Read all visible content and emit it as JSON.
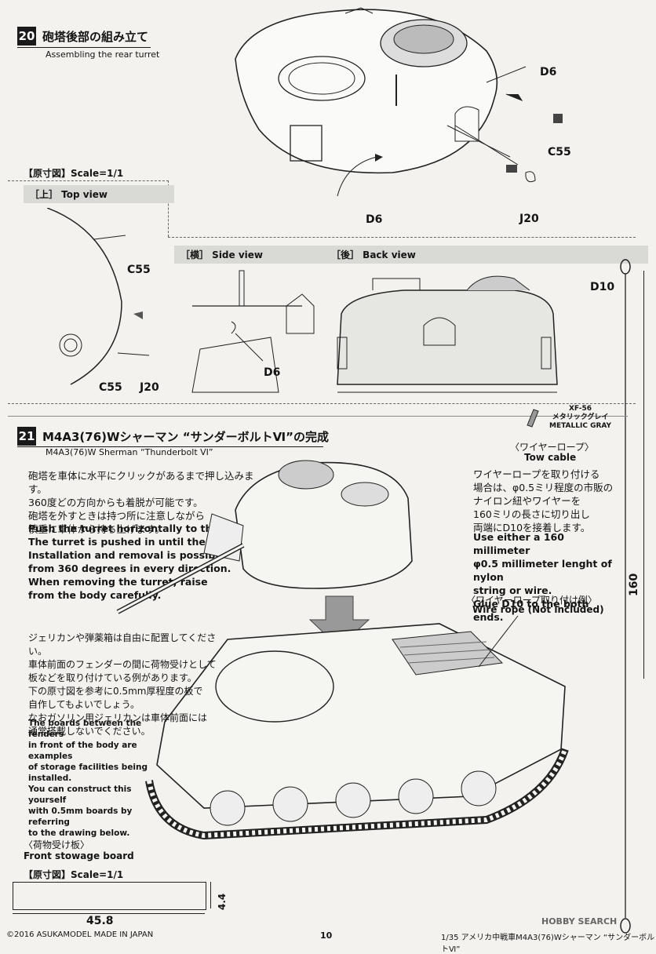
{
  "step20": {
    "number": "20",
    "title_jp": "砲塔後部の組み立て",
    "title_en": "Assembling the rear turret",
    "parts": {
      "d6_top": "D6",
      "c55_main": "C55",
      "j20_main": "J20",
      "d6_bottom": "D6"
    }
  },
  "scale_box1": {
    "label": "【原寸図】Scale=1/1",
    "top_view_label": "［上］ Top view",
    "side_view_label": "［横］ Side view",
    "back_view_label": "［後］ Back view",
    "top_c55_a": "C55",
    "top_c55_b": "C55",
    "top_j20": "J20",
    "side_d6": "D6"
  },
  "step21": {
    "number": "21",
    "title_jp": "M4A3(76)Wシャーマン “サンダーボルトⅥ”の完成",
    "title_en": "M4A3(76)W Sherman “Thunderbolt VI”",
    "turret_jp": [
      "砲塔を車体に水平にクリックがあるまで押し込みます。",
      "360度どの方向からも着脱が可能です。",
      "砲塔を外すときは持つ所に注意しながら",
      "慎重に車体から持ち上げます。"
    ],
    "turret_en": [
      "Push the turret horizontally to the body.",
      "The turret is pushed in until there is click.",
      "Installation and removal is possible",
      "from 360 degrees in every direction.",
      "When removing the turret, raise",
      "from the body carefully."
    ],
    "board_jp": [
      "ジェリカンや弾薬箱は自由に配置してください。",
      "車体前面のフェンダーの間に荷物受けとして",
      "板などを取り付けている例があります。",
      "下の原寸図を参考に0.5mm厚程度の板で",
      "自作してもよいでしょう。",
      "なおガソリン用ジェリカンは車体前面には",
      "通常搭載しないでください。"
    ],
    "board_en": [
      "The boards between the fenders",
      "in front of the body are examples",
      "of storage facilities being installed.",
      "You can construct this yourself",
      "with 0.5mm boards by referring",
      "to the drawing below."
    ]
  },
  "paint": {
    "code": "XF-56",
    "jp": "メタリックグレイ",
    "en": "METALLIC GRAY"
  },
  "tow_cable": {
    "title_jp": "〈ワイヤーロープ〉",
    "title_en": "Tow cable",
    "jp": [
      "ワイヤーロープを取り付ける",
      "場合は、φ0.5ミリ程度の市販の",
      "ナイロン紐やワイヤーを",
      "160ミリの長さに切り出し",
      "両端にD10を接着します。"
    ],
    "en": [
      "Use either a 160 millimeter",
      "φ0.5 millimeter lenght of nylon",
      "string or wire.",
      "Glue D10 to the both ends."
    ],
    "part": "D10",
    "length": "160"
  },
  "wire_example": {
    "jp": "〈ワイヤーロープ取り付け例〉",
    "en": "Wire rope (Not included)"
  },
  "stowage_board": {
    "jp": "〈荷物受け板〉",
    "en": "Front stowage board",
    "scale_label": "【原寸図】Scale=1/1",
    "width": "45.8",
    "height": "4.4"
  },
  "footer": {
    "copyright": "©2016 ASUKAMODEL    MADE IN JAPAN",
    "page": "10",
    "right": "1/35 アメリカ中戦車M4A3(76)Wシャーマン “サンダーボルトⅥ”",
    "watermark": "HOBBY SEARCH"
  }
}
